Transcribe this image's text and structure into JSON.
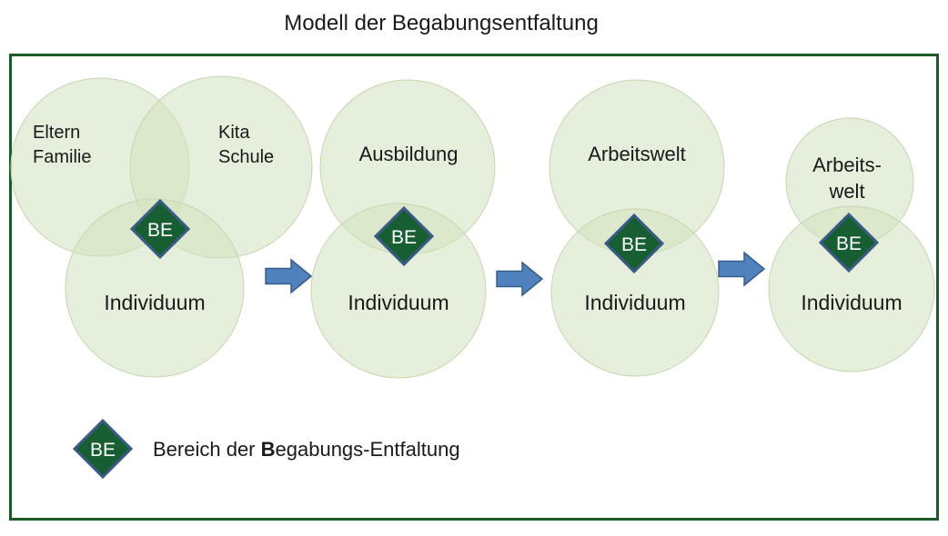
{
  "title": "Modell der Begabungsentfaltung",
  "stages": [
    {
      "id": "stage-1",
      "environment": [
        {
          "name": "eltern-familie",
          "lines": [
            "Eltern",
            "Familie"
          ]
        },
        {
          "name": "kita-schule",
          "lines": [
            "Kita",
            "Schule"
          ]
        }
      ],
      "individual": "Individuum",
      "badge": "BE"
    },
    {
      "id": "stage-2",
      "environment": [
        {
          "name": "ausbildung",
          "lines": [
            "Ausbildung"
          ]
        }
      ],
      "individual": "Individuum",
      "badge": "BE"
    },
    {
      "id": "stage-3",
      "environment": [
        {
          "name": "arbeitswelt",
          "lines": [
            "Arbeitswelt"
          ]
        }
      ],
      "individual": "Individuum",
      "badge": "BE"
    },
    {
      "id": "stage-4",
      "environment": [
        {
          "name": "arbeitswelt-small",
          "lines": [
            "Arbeits-",
            "welt"
          ]
        }
      ],
      "individual": "Individuum",
      "badge": "BE"
    }
  ],
  "legend": {
    "badge": "BE",
    "text_prefix": "Bereich der ",
    "text_bold": "B",
    "text_suffix": "egabungs-Entfaltung"
  },
  "colors": {
    "circle_fill": "#d2e2bd",
    "badge_fill": "#175f32",
    "badge_outline": "#3b5b86",
    "arrow_fill": "#4f81bd",
    "frame_border": "#1d5a2a"
  }
}
